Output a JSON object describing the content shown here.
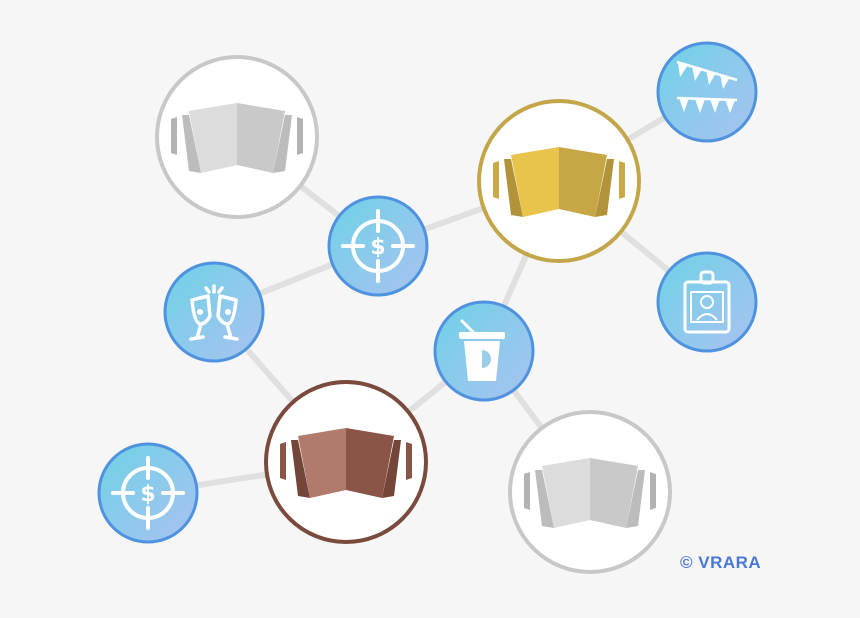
{
  "credit": {
    "text": "© VRARA",
    "color": "#4a78d6"
  },
  "colors": {
    "background": "#f6f6f6",
    "connector": "#e0e0e0",
    "badge_gradient": [
      "#6fd2e6",
      "#a9c2f0"
    ],
    "badge_ring": "#4f93e0",
    "mask_silver": {
      "ring": "#c8c8c8",
      "left": "#dcdcdc",
      "right": "#c9c9c9",
      "side": "#bcbcbc",
      "ear": "#b3b3b3"
    },
    "mask_gold": {
      "ring": "#c4a64a",
      "left": "#e8c44c",
      "right": "#c6a645",
      "side": "#b3933a",
      "ear": "#c9aa45"
    },
    "mask_bronze": {
      "ring": "#7a4a3c",
      "left": "#b07a6c",
      "right": "#8a5546",
      "side": "#74463a",
      "ear": "#8a5546"
    }
  },
  "nodes": [
    {
      "id": "mask-silver-top",
      "kind": "mask",
      "tier": "mask_silver"
    },
    {
      "id": "mask-gold",
      "kind": "mask",
      "tier": "mask_gold"
    },
    {
      "id": "mask-bronze",
      "kind": "mask",
      "tier": "mask_bronze"
    },
    {
      "id": "mask-silver-bottom",
      "kind": "mask",
      "tier": "mask_silver"
    },
    {
      "id": "target-dollar-center",
      "kind": "badge",
      "icon": "target-dollar-icon"
    },
    {
      "id": "target-dollar-left",
      "kind": "badge",
      "icon": "target-dollar-icon"
    },
    {
      "id": "cheers",
      "kind": "badge",
      "icon": "champagne-glasses-icon"
    },
    {
      "id": "drink-cup",
      "kind": "badge",
      "icon": "drink-cup-icon"
    },
    {
      "id": "bunting",
      "kind": "badge",
      "icon": "bunting-flags-icon"
    },
    {
      "id": "id-badge",
      "kind": "badge",
      "icon": "id-badge-icon"
    }
  ]
}
